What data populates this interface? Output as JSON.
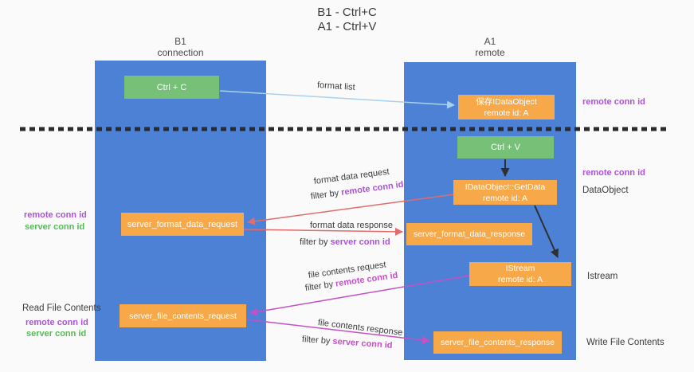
{
  "title": {
    "line1": "B1 - Ctrl+C",
    "line2": "A1 - Ctrl+V"
  },
  "lanes": {
    "left": {
      "name": "B1",
      "role": "connection"
    },
    "right": {
      "name": "A1",
      "role": "remote"
    }
  },
  "nodes": {
    "ctrl_c": {
      "label": "Ctrl + C"
    },
    "ctrl_v": {
      "label": "Ctrl + V"
    },
    "save_idataobject": {
      "line1": "保存IDataObject",
      "line2": "remote id: A"
    },
    "getdata": {
      "line1": "IDataObject::GetData",
      "line2": "remote id: A"
    },
    "istream": {
      "line1": "IStream",
      "line2": "remote id: A"
    },
    "server_format_data_request": {
      "label": "server_format_data_request"
    },
    "server_format_data_response": {
      "label": "server_format_data_response"
    },
    "server_file_contents_request": {
      "label": "server_file_contents_request"
    },
    "server_file_contents_response": {
      "label": "server_file_contents_response"
    }
  },
  "edge_labels": {
    "format_list": "format list",
    "format_request": "format data request",
    "format_request_filter_prefix": "filter by ",
    "format_request_filter_key": "remote conn id",
    "format_response": "format data response",
    "format_response_filter_prefix": "filter by ",
    "format_response_filter_key": "server conn id",
    "file_request": "file contents request",
    "file_request_filter_prefix": "filter by ",
    "file_request_filter_key": "remote conn id",
    "file_response": "file contents response",
    "file_response_filter_prefix": "filter by ",
    "file_response_filter_key": "server conn id"
  },
  "side_labels": {
    "right_remote_conn_top": "remote conn id",
    "right_remote_conn_mid": "remote conn id",
    "dataobject": "DataObject",
    "istream": "Istream",
    "write_file_contents": "Write File Contents",
    "left_format_remote": "remote conn id",
    "left_format_server": "server conn id",
    "read_file_contents": "Read File Contents",
    "left_file_remote": "remote conn id",
    "left_file_server": "server conn id"
  },
  "colors": {
    "lane_blue": "#4c81d6",
    "node_orange": "#f7a94a",
    "node_green": "#76c177",
    "arrow_light_blue": "#a9d0ec",
    "arrow_salmon": "#e16c6c",
    "arrow_magenta": "#c551c5",
    "arrow_black": "#2f2f2f",
    "divider_dark": "#2b2b2b",
    "text_purple": "#ab53d6",
    "text_green": "#57b957",
    "text_magenta": "#c94ec9"
  }
}
